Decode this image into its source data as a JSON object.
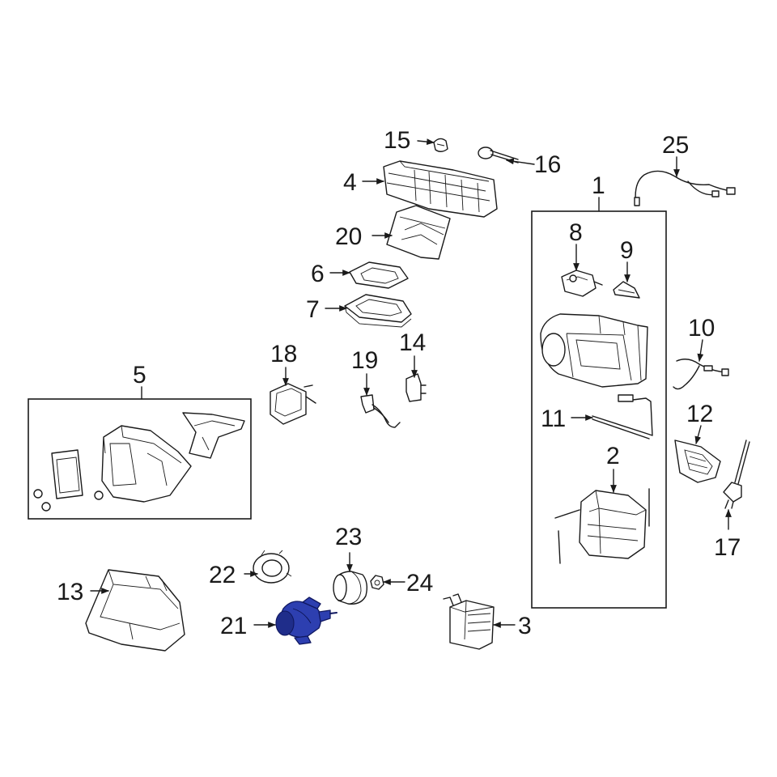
{
  "diagram": {
    "highlight_color": "#2d3fb0",
    "line_color": "#1a1a1a",
    "background": "#ffffff",
    "highlighted_part": "21",
    "callouts": {
      "c1": "1",
      "c2": "2",
      "c3": "3",
      "c4": "4",
      "c5": "5",
      "c6": "6",
      "c7": "7",
      "c8": "8",
      "c9": "9",
      "c10": "10",
      "c11": "11",
      "c12": "12",
      "c13": "13",
      "c14": "14",
      "c15": "15",
      "c16": "16",
      "c17": "17",
      "c18": "18",
      "c19": "19",
      "c20": "20",
      "c21": "21",
      "c22": "22",
      "c23": "23",
      "c24": "24",
      "c25": "25"
    }
  }
}
